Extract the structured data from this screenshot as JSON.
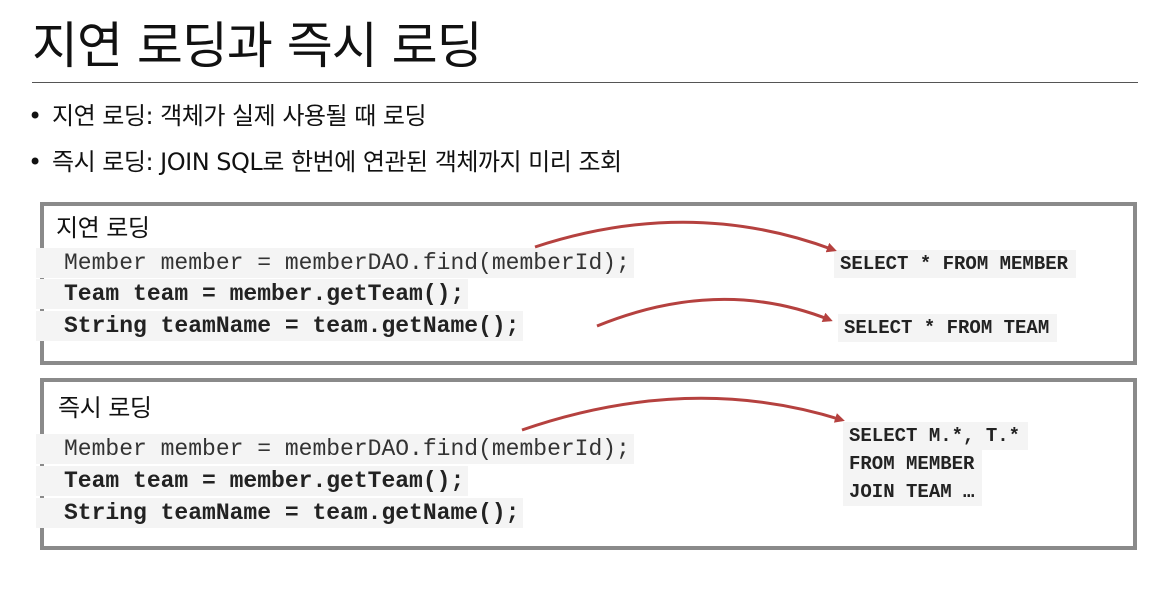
{
  "slide": {
    "title": "지연 로딩과 즉시 로딩",
    "bullets": [
      "지연 로딩: 객체가 실제 사용될 때 로딩",
      "즉시 로딩: JOIN SQL로 한번에 연관된 객체까지 미리 조회"
    ],
    "bullet_glyph": "•"
  },
  "lazy_box": {
    "label": "지연 로딩",
    "code": [
      "Member member = memberDAO.find(memberId);",
      "Team team = member.getTeam();",
      "String teamName = team.getName();"
    ],
    "sql": [
      "SELECT * FROM MEMBER",
      "SELECT * FROM TEAM"
    ]
  },
  "eager_box": {
    "label": "즉시 로딩",
    "code": [
      "Member member = memberDAO.find(memberId);",
      "Team team = member.getTeam();",
      "String teamName = team.getName();"
    ],
    "sql": [
      "SELECT M.*, T.*",
      "FROM MEMBER",
      "JOIN TEAM …"
    ]
  },
  "colors": {
    "arrow": "#b5413f",
    "box_border": "#8a8a8a",
    "code_bg": "#f4f4f4",
    "rule": "#555555"
  }
}
